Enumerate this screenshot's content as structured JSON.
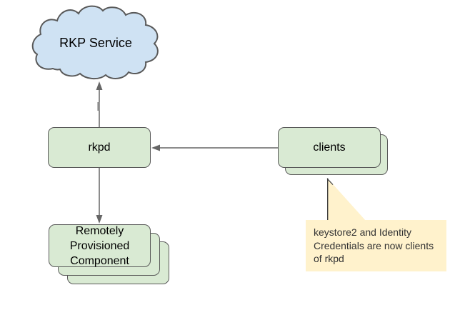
{
  "colors": {
    "background": "#ffffff",
    "box_fill": "#d9ead3",
    "box_border": "#595959",
    "cloud_fill": "#cfe2f3",
    "cloud_border": "#595959",
    "callout_fill": "#fff2cc",
    "arrow": "#666666",
    "label_text": "#000000",
    "callout_text": "#333333"
  },
  "nodes": {
    "cloud": {
      "label": "RKP Service",
      "shape": "cloud"
    },
    "rkpd": {
      "label": "rkpd",
      "shape": "rounded-box"
    },
    "clients": {
      "label": "clients",
      "shape": "stacked-rounded-box",
      "stack_count": 2
    },
    "rpc": {
      "label": "Remotely Provisioned Component",
      "shape": "stacked-rounded-box",
      "stack_count": 3
    }
  },
  "callout": {
    "text": "keystore2 and Identity Credentials are now clients of rkpd",
    "points_to": "clients"
  },
  "edges": [
    {
      "from": "rkpd",
      "to": "cloud",
      "arrowhead": "up"
    },
    {
      "from": "rkpd",
      "to": "rpc",
      "arrowhead": "down"
    },
    {
      "from": "clients",
      "to": "rkpd",
      "arrowhead": "left"
    }
  ]
}
